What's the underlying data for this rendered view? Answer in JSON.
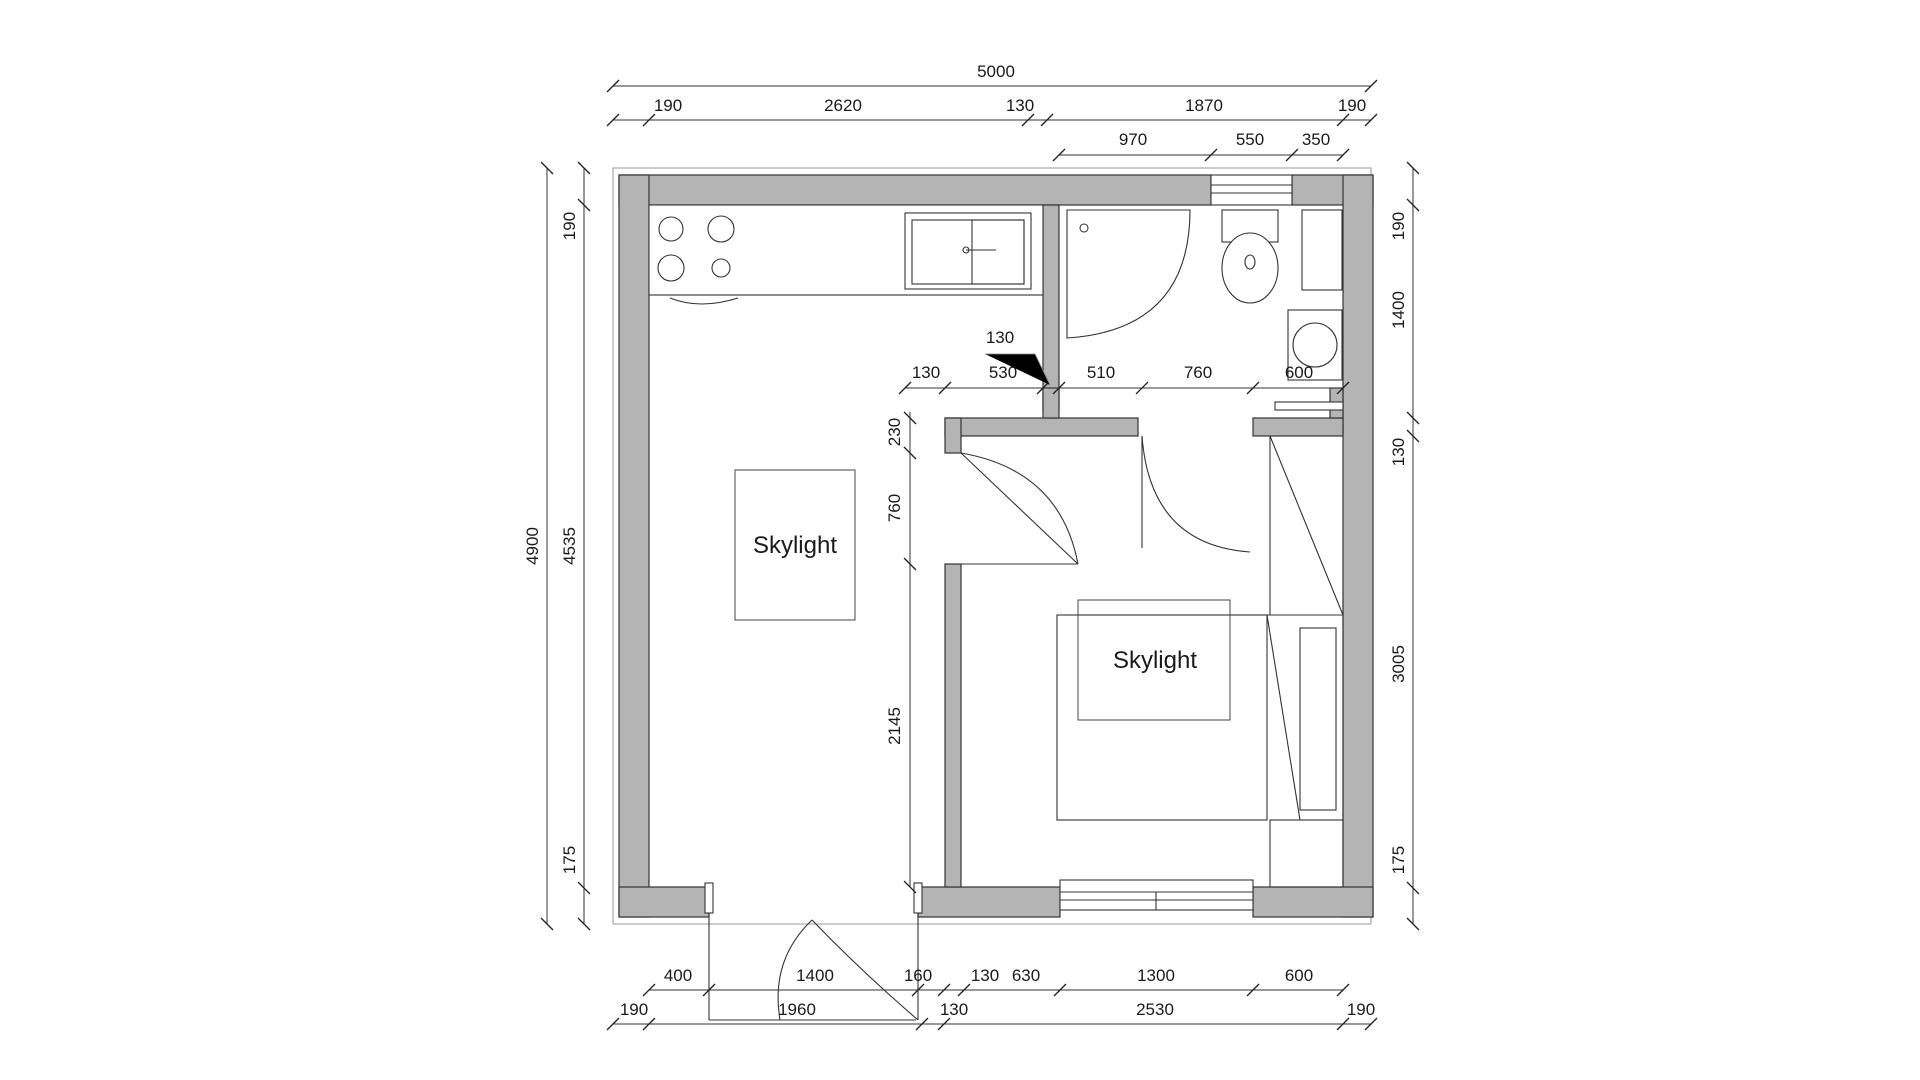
{
  "dimensions": {
    "top_overall": "5000",
    "top_row": [
      "190",
      "2620",
      "130",
      "1870",
      "190"
    ],
    "top_bath": [
      "970",
      "550",
      "350"
    ],
    "bottom_row1": [
      "400",
      "1400",
      "160",
      "130",
      "630",
      "1300",
      "600"
    ],
    "bottom_row2": [
      "190",
      "1960",
      "130",
      "2530",
      "190"
    ],
    "left_overall": "4900",
    "left_row": [
      "190",
      "4535",
      "175"
    ],
    "right_row": [
      "190",
      "1400",
      "130",
      "3005",
      "175"
    ],
    "inner_horizontal": [
      "130",
      "530",
      "510",
      "760",
      "600"
    ],
    "inner_note": "130",
    "inner_vertical": [
      "230",
      "760",
      "2145"
    ]
  },
  "rooms": {
    "skylight_left": "Skylight",
    "skylight_right": "Skylight"
  }
}
